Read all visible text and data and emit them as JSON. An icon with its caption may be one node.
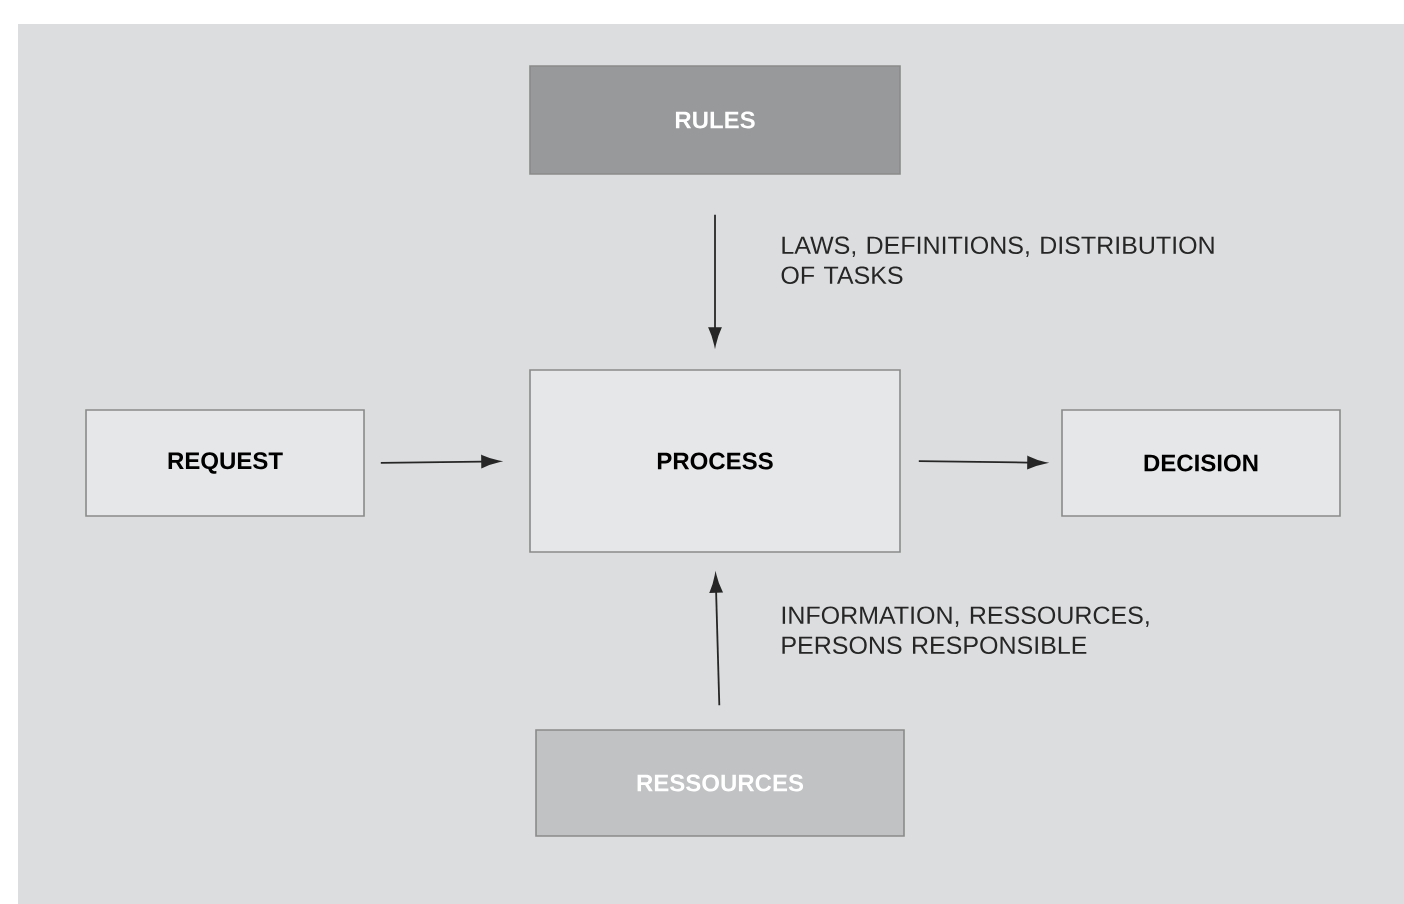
{
  "diagram": {
    "nodes": [
      {
        "text": [
          "RULES"
        ]
      },
      {
        "text": [
          "REQUEST"
        ]
      },
      {
        "text": [
          "PROCESS"
        ]
      },
      {
        "text": [
          "DECISION"
        ]
      },
      {
        "text": [
          "RESSOURCES"
        ]
      }
    ],
    "edges": [
      {
        "from": 0,
        "to": 2,
        "arrow": "to",
        "label": "LAWS, DEFINITIONS, DISTRIBUTION OF TASKS"
      },
      {
        "from": 1,
        "to": 2,
        "arrow": "to"
      },
      {
        "from": 2,
        "to": 3,
        "arrow": "to"
      },
      {
        "from": 4,
        "to": 2,
        "arrow": "to",
        "label": "INFORMATION, RESSOURCES, PERSONS RESPONSIBLE"
      }
    ]
  }
}
